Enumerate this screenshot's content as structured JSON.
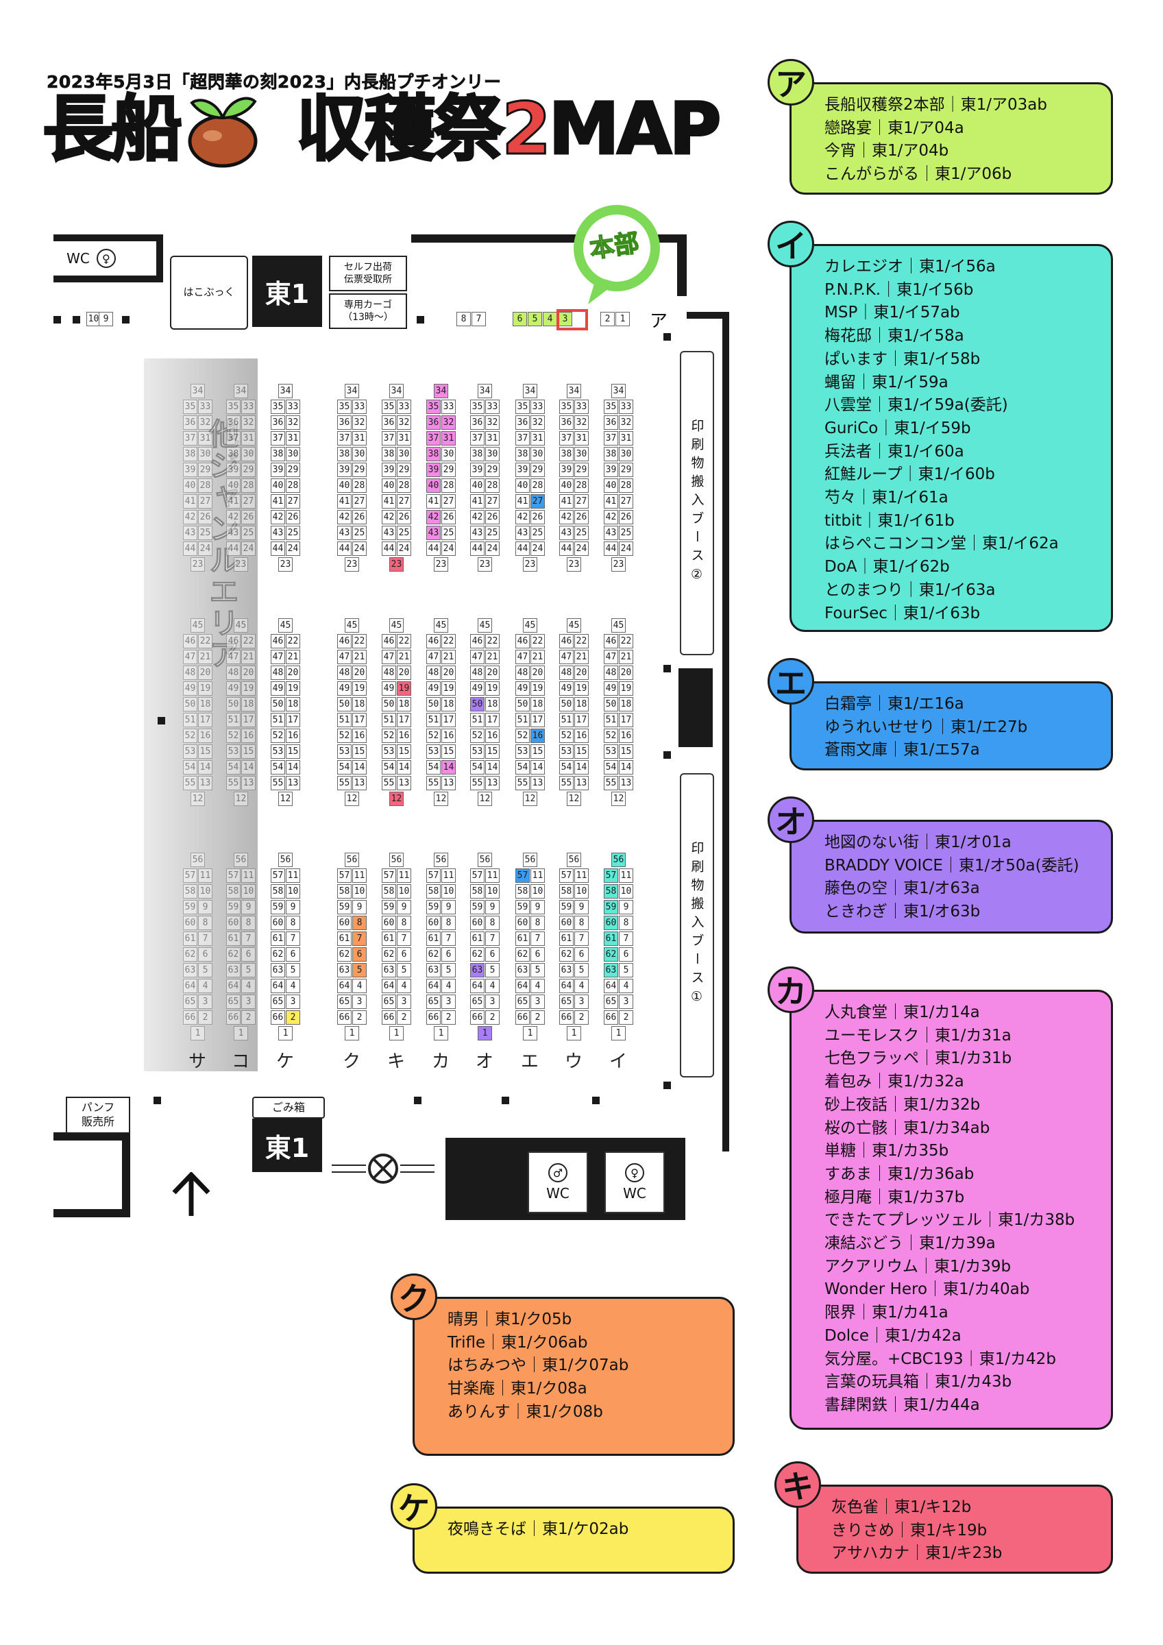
{
  "header": {
    "subtitle": "2023年5月3日「超閃華の刻2023」内長船プチオンリー",
    "title_left": "長船",
    "title_right_text": "収穫祭",
    "title_num": "2",
    "title_map": "MAP"
  },
  "colors": {
    "a": "#c5f06a",
    "i": "#5fe8d6",
    "e": "#3b9cf0",
    "o": "#a87ef5",
    "ka": "#f58ae6",
    "ku": "#fb9a5d",
    "ke": "#fbec5d",
    "ki": "#f4667e",
    "honbu": "#7ed957"
  },
  "map": {
    "honbu_label": "本部",
    "hall_label": "東1",
    "hall_label_bottom": "東1",
    "hakobook": "はこぶっく",
    "self_shipping": "セルフ出荷\n伝票受取所",
    "cargo": "専用カーゴ\n（13時〜）",
    "wc": "WC",
    "pamphlet": "パンフ\n販売所",
    "trash": "ごみ箱",
    "other_genre": "他ジャンルエリア",
    "print_booth_2": "印刷物搬入ブース②",
    "print_booth_1": "印刷物搬入ブース①",
    "wall_a_label": "ア",
    "top_row_numbers": [
      "10",
      "9",
      "8",
      "7",
      "6",
      "5",
      "4",
      "3",
      "2",
      "1"
    ],
    "column_letters": [
      "サ",
      "コ",
      "ケ",
      "ク",
      "キ",
      "カ",
      "オ",
      "エ",
      "ウ",
      "イ"
    ]
  },
  "sections": {
    "a": {
      "badge": "ア",
      "items": [
        "長船収穫祭2本部｜東1/ア03ab",
        "戀路宴｜東1/ア04a",
        "今宵｜東1/ア04b",
        "こんがらがる｜東1/ア06b"
      ]
    },
    "i": {
      "badge": "イ",
      "items": [
        "カレエジオ｜東1/イ56a",
        "P.N.P.K.｜東1/イ56b",
        "MSP｜東1/イ57ab",
        "梅花邸｜東1/イ58a",
        "ぱいます｜東1/イ58b",
        "蝿留｜東1/イ59a",
        "八雲堂｜東1/イ59a(委託)",
        "GuriCo｜東1/イ59b",
        "兵法者｜東1/イ60a",
        "紅鮭ループ｜東1/イ60b",
        "芍々｜東1/イ61a",
        "titbit｜東1/イ61b",
        "はらぺこコンコン堂｜東1/イ62a",
        "DoA｜東1/イ62b",
        "とのまつり｜東1/イ63a",
        "FourSec｜東1/イ63b"
      ]
    },
    "e": {
      "badge": "エ",
      "items": [
        "白霜亭｜東1/エ16a",
        "ゆうれいせせり｜東1/エ27b",
        "蒼雨文庫｜東1/エ57a"
      ]
    },
    "o": {
      "badge": "オ",
      "items": [
        "地図のない街｜東1/オ01a",
        "BRADDY VOICE｜東1/オ50a(委託)",
        "藤色の空｜東1/オ63a",
        "ときわぎ｜東1/オ63b"
      ]
    },
    "ka": {
      "badge": "カ",
      "items": [
        "人丸食堂｜東1/カ14a",
        "ユーモレスク｜東1/カ31a",
        "七色フラッペ｜東1/カ31b",
        "着包み｜東1/カ32a",
        "砂上夜話｜東1/カ32b",
        "桜の亡骸｜東1/カ34ab",
        "単糖｜東1/カ35b",
        "すあま｜東1/カ36ab",
        "極月庵｜東1/カ37b",
        "できたてプレッツェル｜東1/カ38b",
        "凍結ぶどう｜東1/カ39a",
        "アクアリウム｜東1/カ39b",
        "Wonder Hero｜東1/カ40ab",
        "限界｜東1/カ41a",
        "Dolce｜東1/カ42a",
        "気分屋。+CBC193｜東1/カ42b",
        "言葉の玩具箱｜東1/カ43b",
        "書肆閑鉄｜東1/カ44a"
      ]
    },
    "ku": {
      "badge": "ク",
      "items": [
        "晴男｜東1/ク05b",
        "Trifle｜東1/ク06ab",
        "はちみつや｜東1/ク07ab",
        "甘楽庵｜東1/ク08a",
        "ありんす｜東1/ク08b"
      ]
    },
    "ke": {
      "badge": "ケ",
      "items": [
        "夜鳴きそば｜東1/ケ02ab"
      ]
    },
    "ki": {
      "badge": "キ",
      "items": [
        "灰色雀｜東1/キ12b",
        "きりさめ｜東1/キ19b",
        "アサハカナ｜東1/キ23b"
      ]
    }
  }
}
